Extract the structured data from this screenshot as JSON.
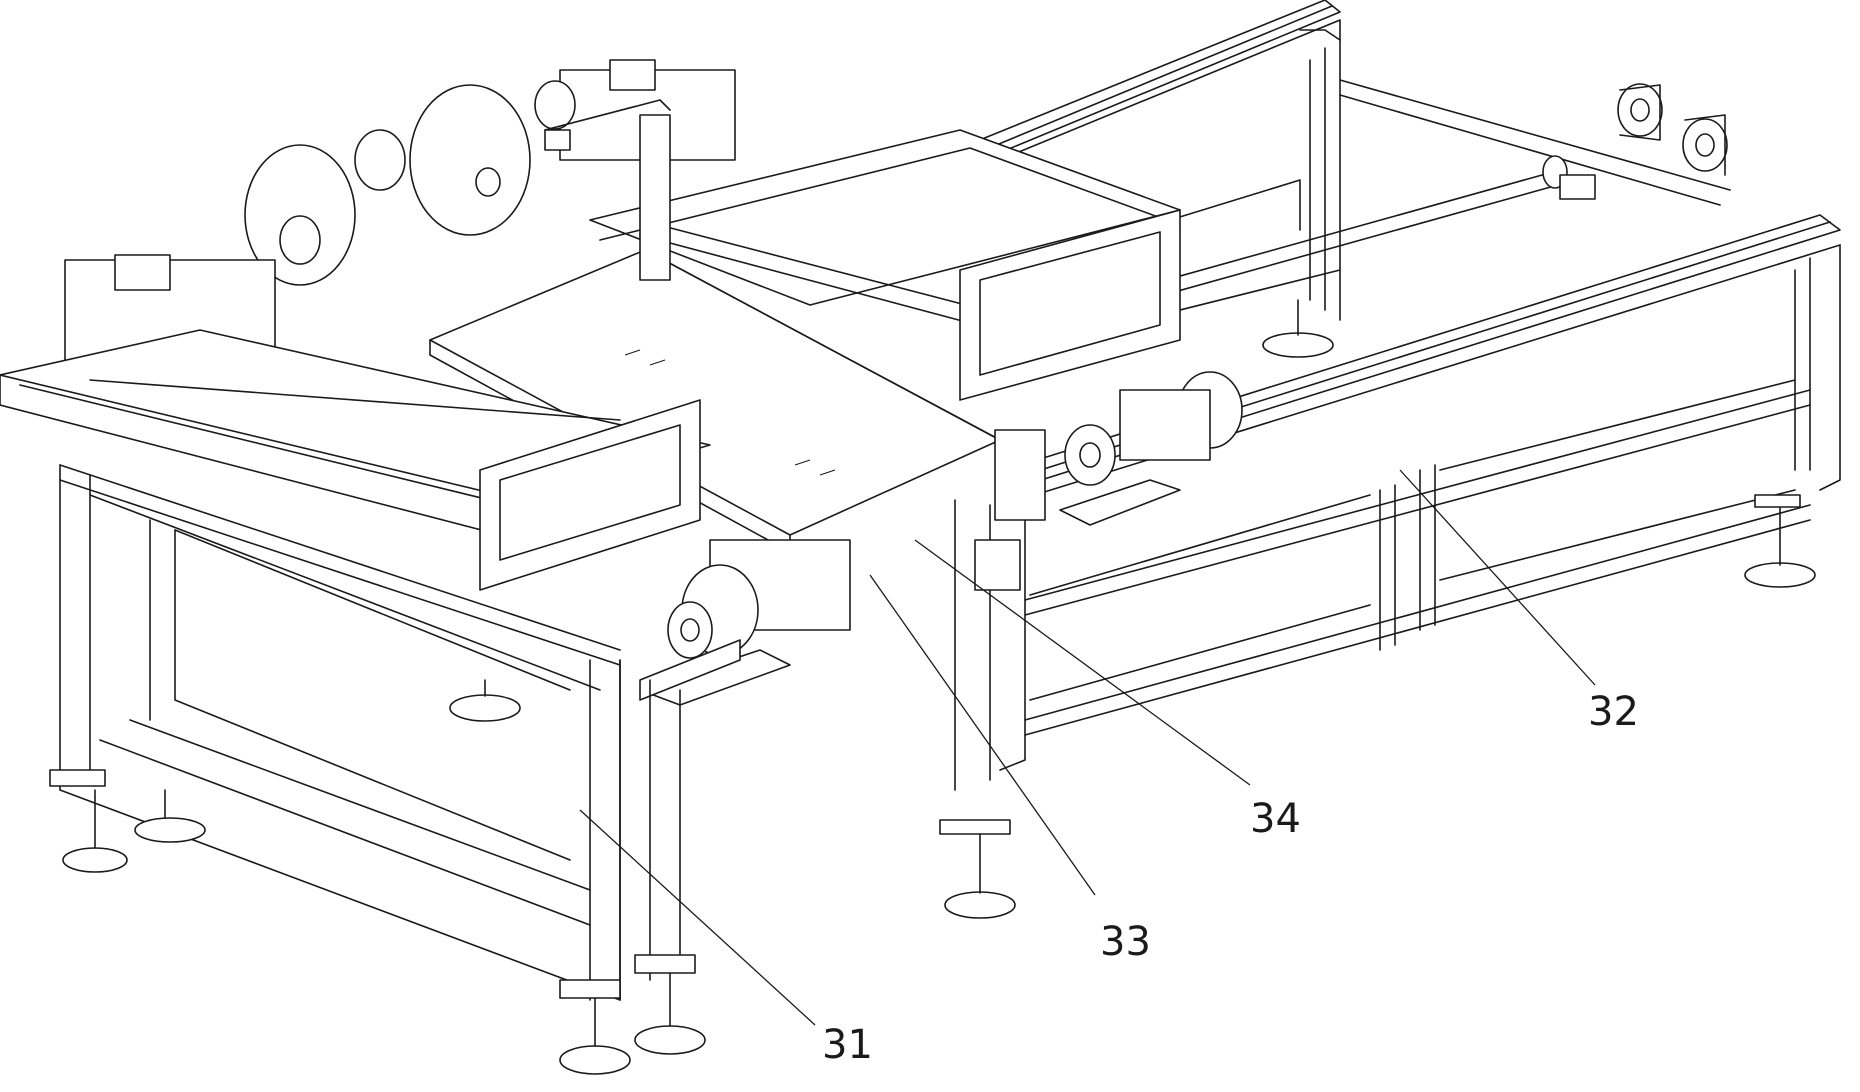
{
  "diagram": {
    "background": "#ffffff",
    "line_color": "#1a1a1a",
    "callouts": [
      {
        "id": "31",
        "label": "31"
      },
      {
        "id": "32",
        "label": "32"
      },
      {
        "id": "33",
        "label": "33"
      },
      {
        "id": "34",
        "label": "34"
      }
    ]
  }
}
